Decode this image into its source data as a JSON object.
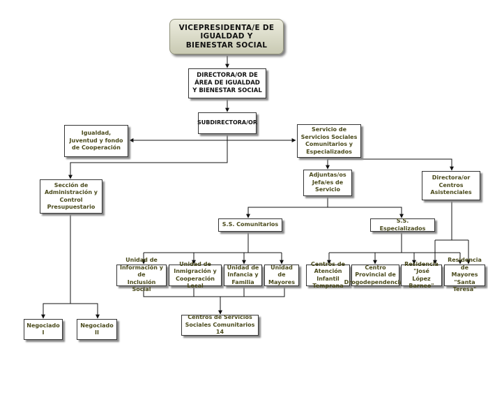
{
  "chart": {
    "nodes": {
      "vice": "VICEPRESIDENTA/E DE\nIGUALDAD Y\nBIENESTAR SOCIAL",
      "directora": "DIRECTORA/OR DE\nÁREA DE IGUALDAD\nY BIENESTAR SOCIAL",
      "subdirector": "SUBDIRECTORA/OR",
      "igualdad": "Igualdad,\nJuventud y fondo\nde Cooperación",
      "servicio": "Servicio de\nServicios Sociales\nComunitarios y\nEspecializados",
      "seccion": "Sección de\nAdministración y\nControl\nPresupuestario",
      "adjuntas": "Adjuntas/os\nJefa/es de\nServicio",
      "directora_centros": "Directora/or\nCentros\nAsistenciales",
      "ss_comunitarios": "S.S. Comunitarios",
      "ss_especializados": "S.S. Especializados",
      "unidad_inclusion": "Unidad de\nInformación y de\nInclusión Social",
      "unidad_inmigracion": "Unidad de\nInmigración y\nCooperación Local",
      "unidad_infancia": "Unidad de\nInfancia y\nFamilia",
      "unidad_mayores": "Unidad de\nMayores",
      "centros_atencion": "Centros de\nAtención Infantil\nTemprana",
      "centro_provincial": "Centro\nProvincial de\nDrogodependencias",
      "residencia_jose": "Residencia\n\"José López\nBarneo\"",
      "residencia_mayores": "Residencia\nde Mayores\n\"Santa Teresa\"",
      "centros_servicios": "Centros de Servicios\nSociales Comunitarios 14",
      "negociado_1": "Negociado I",
      "negociado_2": "Negociado II"
    }
  }
}
